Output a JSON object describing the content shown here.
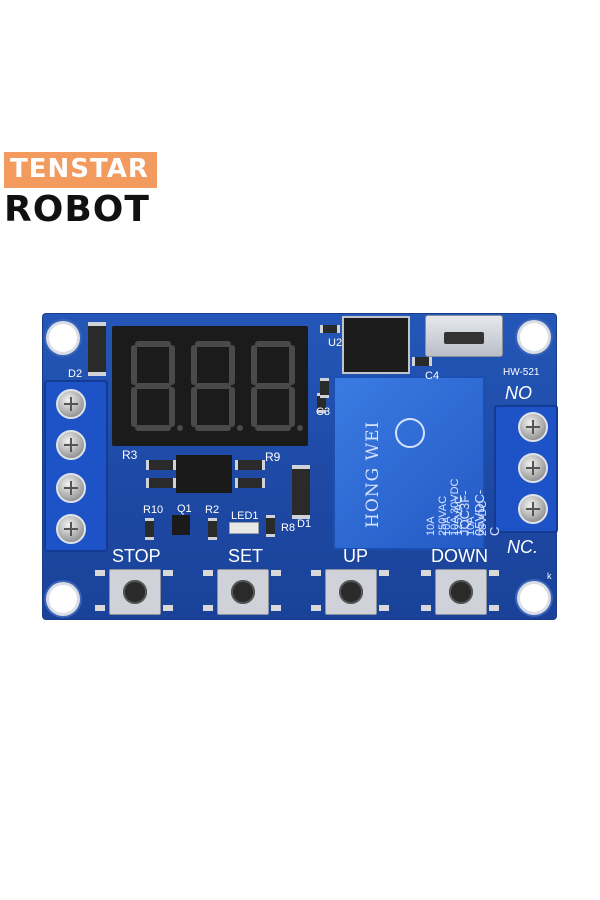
{
  "logo": {
    "line1": "TENSTAR",
    "line2": "ROBOT"
  },
  "board": {
    "model": "HW-521",
    "terminal_labels": {
      "no": "NO",
      "nc": "NC."
    },
    "buttons": [
      "STOP",
      "SET",
      "UP",
      "DOWN"
    ],
    "silkscreen": {
      "d2": "D2",
      "r3": "R3",
      "r9": "R9",
      "r10": "R10",
      "q1": "Q1",
      "r2": "R2",
      "led1": "LED1",
      "r8": "R8",
      "d1": "D1",
      "u2": "U2",
      "c4": "C4",
      "c3": "C3",
      "k": "k"
    },
    "display_text": "8.8.8.",
    "relay": {
      "brand": "HONG WEI",
      "model": "JQC3F-05VDC-C",
      "rating1": "10A 250VAC 10A 30VDC",
      "rating2": "10A 125VAC 10A 28VDC"
    }
  },
  "colors": {
    "pcb": "#1f4aa8",
    "terminal": "#1d53c7",
    "logo_accent": "#f39a5e"
  }
}
